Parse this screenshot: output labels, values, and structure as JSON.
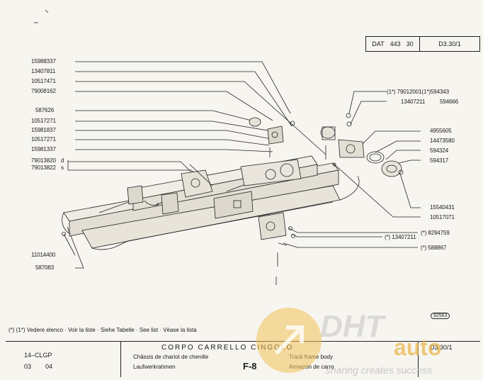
{
  "header": {
    "dat_label": "DAT",
    "dat_num1": "443",
    "dat_num2": "30",
    "ref": "D3.30/1"
  },
  "left_labels": [
    "15988337",
    "13407811",
    "10517471",
    "79008162",
    "587626",
    "10517271",
    "15981837",
    "10517271",
    "15981337"
  ],
  "left_group": {
    "n1": "79013820",
    "n2": "79013822",
    "s1": "d",
    "s2": "s"
  },
  "bottom_left_labels": [
    "11014400",
    "587083"
  ],
  "right_labels": {
    "r1": "(1*)  79012001(1*)594343",
    "r2": "13407211",
    "r2b": "594666",
    "r3": "4955605",
    "r4": "14473580",
    "r5": "594324",
    "r6": "594317",
    "r7": "15540431",
    "r8": "10517071",
    "r9": "(*)  8294759",
    "r10": "(*)  13407211",
    "r11": "(*)  588867"
  },
  "stamp": "92563",
  "note": "(*) (1*) Vedere elenco  ·  Voir la liste  ·  Siehe Tabelle  ·  See list  ·  Vèase la lista",
  "footer": {
    "code": "14–CLGP",
    "date_a": "03",
    "date_b": "04",
    "title": "CORPO  CARRELLO  CINGOLO",
    "fr": "Châssis de chariot de chenille",
    "de": "Laufwerkrahmen",
    "page": "F-8",
    "en": "Track frame body",
    "es": "Armazón de carro",
    "ref": "D3.30/1"
  },
  "watermark": {
    "brand": "DHT",
    "word": "auto",
    "slogan": "sharing creates success"
  }
}
